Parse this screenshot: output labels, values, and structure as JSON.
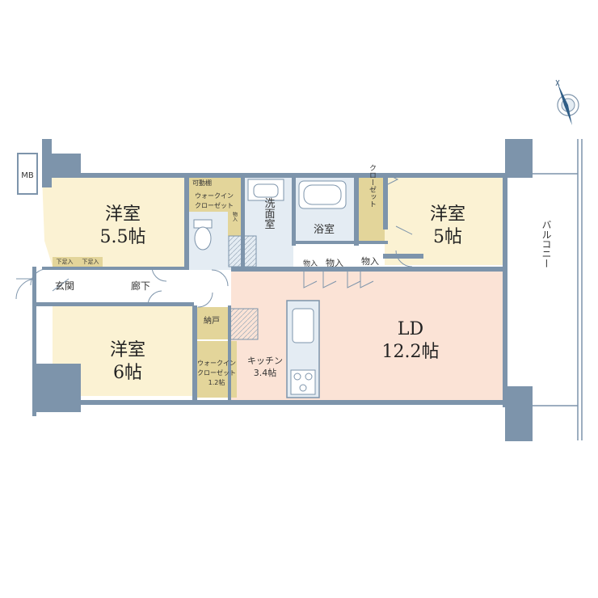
{
  "rooms": {
    "western_1_name": "洋室",
    "western_1_size": "5.5帖",
    "western_2_name": "洋室",
    "western_2_size": "5帖",
    "western_3_name": "洋室",
    "western_3_size": "6帖",
    "ld_name": "LD",
    "ld_size": "12.2帖",
    "kitchen_name": "キッチン",
    "kitchen_size": "3.4帖",
    "washroom": "洗面室",
    "bathroom": "浴室",
    "entrance": "玄関",
    "hallway": "廊下",
    "closet": "クローゼット",
    "wic1_line1": "ウォークイン",
    "wic1_line2": "クローゼット",
    "wic2_line1": "ウォークイン",
    "wic2_line2": "クローゼット",
    "wic2_size": "1.2帖",
    "movable_shelf": "可動棚",
    "storage_a": "物入",
    "storage_b": "物入",
    "storage_c": "物入",
    "shoe_a": "下足入",
    "shoe_b": "下足入",
    "nando": "納戸",
    "small_storage": "物入",
    "balcony": "バルコニー",
    "mb": "MB"
  },
  "colors": {
    "wall": "#7d94ab",
    "yellow": "#fbf2d3",
    "pink": "#fbe3d6",
    "blue": "#e4ecf3",
    "tan": "#e3d59a",
    "white_room": "#ffffff"
  },
  "icons": {
    "compass": "north-compass-icon"
  }
}
